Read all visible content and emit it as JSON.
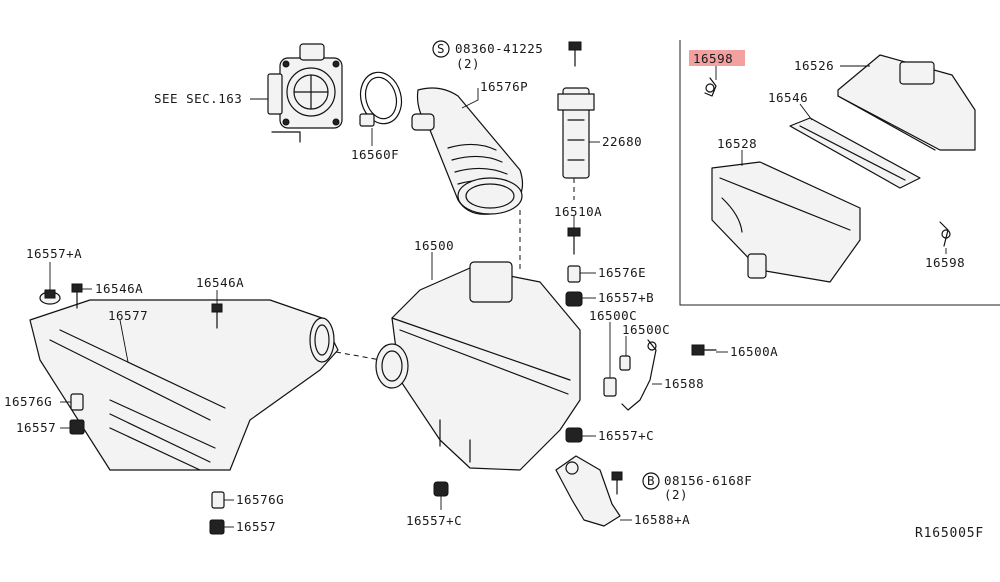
{
  "diagram": {
    "reference_code": "R165005F",
    "highlight_color": "#f2a0a0",
    "labels": {
      "see_sec": "SEE SEC.163",
      "bolt_spec_top": "08360-41225",
      "bolt_qty_top": "(2)",
      "bolt_spec_bottom": "08156-6168F",
      "bolt_qty_bottom": "(2)",
      "p16560F": "16560F",
      "p16576P": "16576P",
      "p22680": "22680",
      "p16598_hl": "16598",
      "p16526": "16526",
      "p16546": "16546",
      "p16528": "16528",
      "p16598": "16598",
      "p16557A": "16557+A",
      "p16546A_left": "16546A",
      "p16546A": "16546A",
      "p16577": "16577",
      "p16576G_left": "16576G",
      "p16557_left": "16557",
      "p16576G_bottom": "16576G",
      "p16557_bottom": "16557",
      "p16500": "16500",
      "p16510A": "16510A",
      "p16576E": "16576E",
      "p16557B": "16557+B",
      "p16500C_a": "16500C",
      "p16500C_b": "16500C",
      "p16500A": "16500A",
      "p16588": "16588",
      "p16557C_right": "16557+C",
      "p16557C_bottom": "16557+C",
      "p16588A": "16588+A"
    }
  }
}
